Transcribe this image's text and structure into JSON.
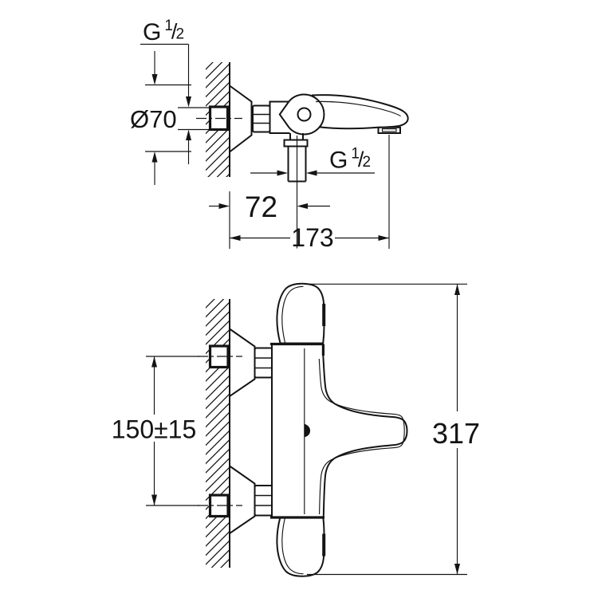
{
  "page": {
    "background": "#ffffff",
    "line_color": "#141414"
  },
  "views": {
    "top": {
      "labels": {
        "wall_thread": {
          "prefix": "G",
          "numerator": "1",
          "slash": "/",
          "denominator": "2"
        },
        "escutcheon_diameter": "Ø70",
        "shower_outlet_thread": {
          "prefix": "G",
          "numerator": "1",
          "slash": "/",
          "denominator": "2"
        },
        "wall_to_outlet": "72",
        "projection": "173"
      }
    },
    "front": {
      "labels": {
        "connection_spacing": "150±15",
        "overall_height": "317"
      }
    }
  }
}
